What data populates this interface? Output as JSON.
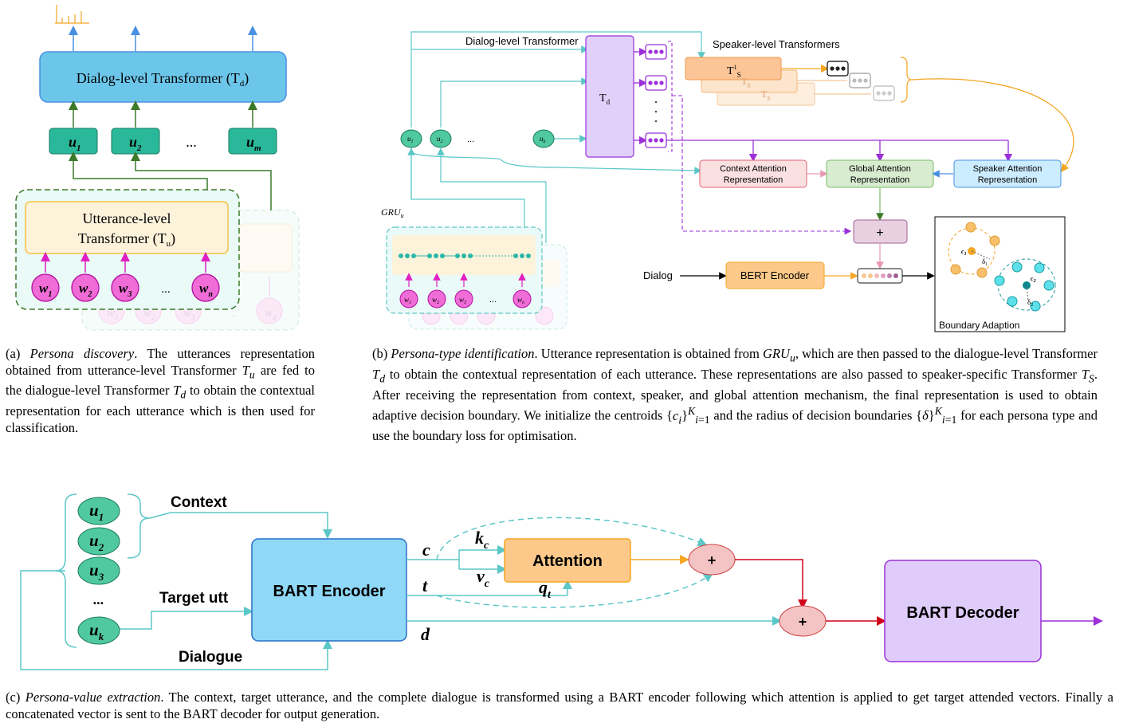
{
  "panel_a": {
    "dialog_transformer": "Dialog-level Transformer (T",
    "dialog_transformer_sub": "d",
    "u1": "u",
    "u1_sub": "1",
    "u2": "u",
    "u2_sub": "2",
    "um": "u",
    "um_sub": "m",
    "ellipsis": "...",
    "utt_transformer_line1": "Utterance-level",
    "utt_transformer_line2": "Transformer (T",
    "utt_transformer_sub": "u",
    "w": "w",
    "w_subs": [
      "1",
      "2",
      "3",
      "n"
    ],
    "w_back_subs": [
      "1",
      "2",
      "3",
      "d"
    ]
  },
  "panel_b": {
    "dialog_transformer": "Dialog-level Transformer",
    "speaker_transformers": "Speaker-level Transformers",
    "td": "T",
    "td_sub": "d",
    "ts1": "T",
    "ts1_sup": "1",
    "ts1_sub": "S",
    "ts_back1": "T",
    "ts_back1_sub": "S",
    "ts_back2": "T",
    "ts_back2_sub": "S",
    "u_labels": [
      "u",
      "u",
      "u"
    ],
    "u_subs": [
      "1",
      "2",
      "k"
    ],
    "ellipsis": "...",
    "gru": "GRU",
    "gru_sub": "u",
    "w_subs": [
      "1",
      "2",
      "3",
      "n"
    ],
    "context_attn": [
      "Context Attention",
      "Representation"
    ],
    "global_attn": [
      "Global Attention",
      "Representation"
    ],
    "speaker_attn": [
      "Speaker Attention",
      "Representation"
    ],
    "plus": "+",
    "dialog": "Dialog",
    "bert_encoder": "BERT Encoder",
    "boundary": "Boundary Adaption",
    "c1": "c",
    "c1_sub": "1",
    "c2": "c",
    "c2_sub": "2",
    "d1": "δ",
    "d1_sub": "1",
    "d2": "δ",
    "d2_sub": "2"
  },
  "panel_c": {
    "context": "Context",
    "target_utt": "Target utt",
    "dialogue": "Dialogue",
    "bart_encoder": "BART Encoder",
    "bart_decoder": "BART Decoder",
    "attention": "Attention",
    "u": "u",
    "u_subs": [
      "1",
      "2",
      "3"
    ],
    "uk_sub": "k",
    "dots": "...",
    "c": "c",
    "t": "t",
    "d": "d",
    "k": "k",
    "k_sub": "c",
    "v": "v",
    "v_sub": "c",
    "q": "q",
    "q_sub": "t",
    "plus": "+"
  },
  "captions": {
    "a_label": "(a)",
    "a_title": "Persona discovery",
    "a_text": ". The utterances representation obtained from utterance-level Transformer T",
    "b_label": "(b)",
    "b_title": "Persona-type identification",
    "c_label": "(c)",
    "c_title": "Persona-value extraction",
    "c_text": ". The context, target utterance, and the complete dialogue is transformed using a BART encoder following which attention is applied to get target attended vectors. Finally a concatenated vector is sent to the BART decoder for output generation."
  }
}
